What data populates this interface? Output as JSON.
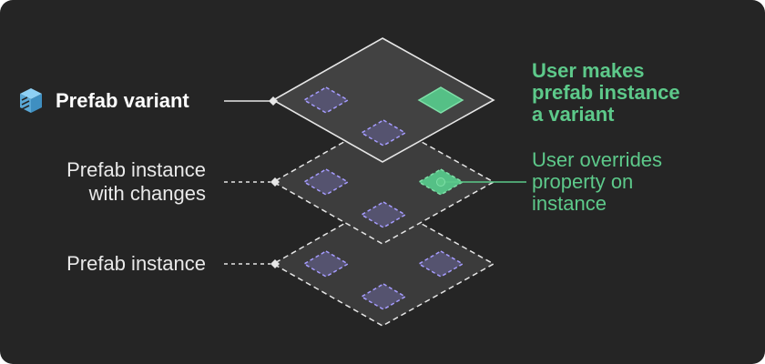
{
  "layers": {
    "variant_label": "Prefab variant",
    "changed_label_line1": "Prefab instance",
    "changed_label_line2": "with changes",
    "instance_label": "Prefab instance"
  },
  "notes": {
    "variant_note": [
      "User makes",
      "prefab instance",
      "a variant"
    ],
    "override_note": [
      "User overrides",
      "property on",
      "instance"
    ]
  },
  "icons": {
    "prefab_variant": "prefab-variant-cube-icon"
  },
  "colors": {
    "background": "#252525",
    "layer_fill": "#3f3f3f",
    "layer_stroke": "#e6e6e6",
    "tile_fill": "#55536f",
    "tile_stroke": "#a69cff",
    "accent": "#5dc98a",
    "accent_fill": "#55c086",
    "text": "#e9e9e9"
  }
}
